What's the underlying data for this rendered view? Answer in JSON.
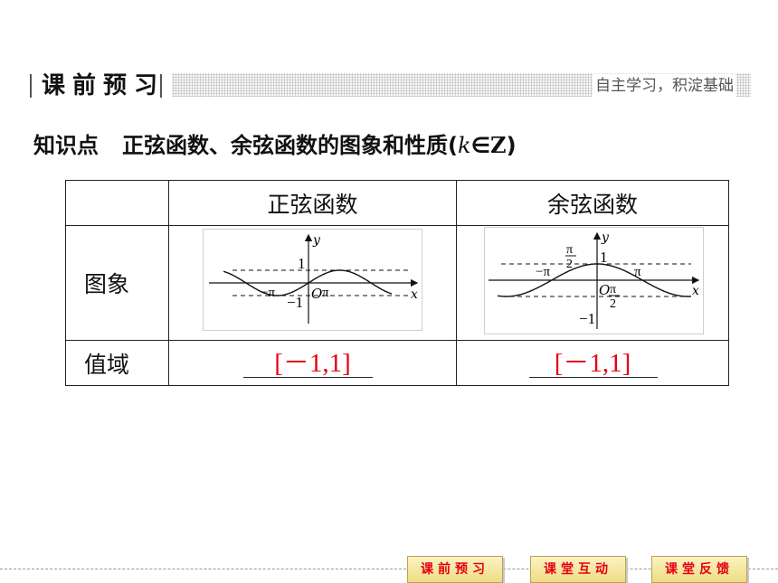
{
  "section": {
    "title": "课前预习",
    "subtitle": "自主学习，积淀基础"
  },
  "knowledge": {
    "label": "知识点",
    "title_prefix": "正弦函数、余弦函数的图象和性质(",
    "k": "k",
    "in": "∈",
    "Z": "Z",
    "close": ")"
  },
  "table": {
    "headers": [
      "",
      "正弦函数",
      "余弦函数"
    ],
    "rows": [
      {
        "label": "图象"
      },
      {
        "label": "值域",
        "values": [
          "[－1,1]",
          "[－1,1]"
        ]
      }
    ]
  },
  "graphs": {
    "sine": {
      "y_axis": "y",
      "x_axis": "x",
      "one": "1",
      "neg_one": "−1",
      "origin": "O",
      "pi": "π",
      "neg_pi": "−π"
    },
    "cosine": {
      "y_axis": "y",
      "x_axis": "x",
      "one": "1",
      "neg_one": "−1",
      "origin": "O",
      "pi": "π",
      "neg_pi": "−π",
      "half_pi_num": "π",
      "half_pi_den": "2"
    }
  },
  "nav": {
    "buttons": [
      "课前预习",
      "课堂互动",
      "课堂反馈"
    ]
  },
  "colors": {
    "answer": "#e60012",
    "nav_button_text": "#e60012",
    "nav_button_bg": "#f0dc83"
  }
}
